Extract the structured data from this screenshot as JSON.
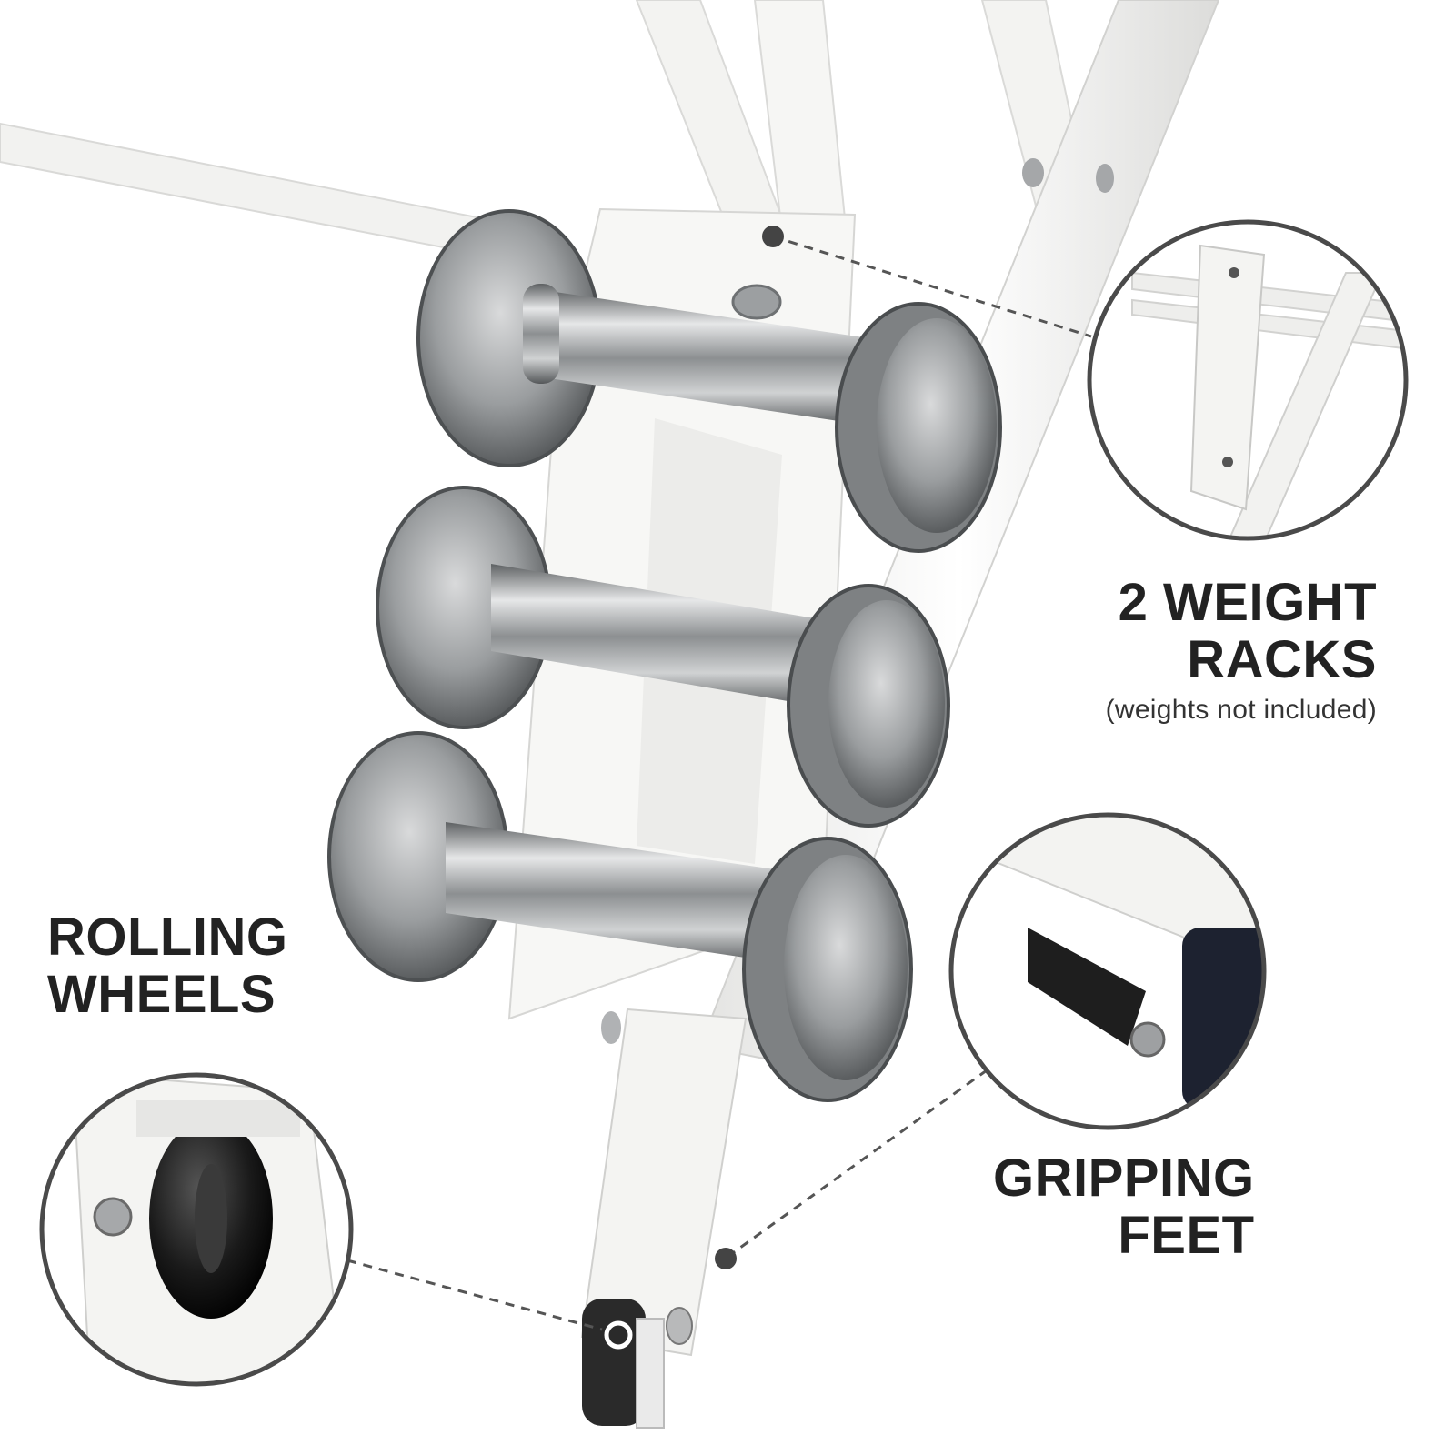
{
  "image": {
    "background": "#ffffff",
    "frame_color": "#f4f4f2",
    "chrome_color": "#a8aaac",
    "callout_line_color": "#555555"
  },
  "callouts": {
    "racks": {
      "line1": "2 WEIGHT",
      "line2": "RACKS",
      "note": "(weights not included)"
    },
    "wheels": {
      "line1": "ROLLING",
      "line2": "WHEELS"
    },
    "feet": {
      "line1": "GRIPPING",
      "line2": "FEET"
    }
  },
  "icons": [
    "dumbbell-icon",
    "wheel-icon",
    "rubber-foot-icon",
    "bolt-icon"
  ]
}
